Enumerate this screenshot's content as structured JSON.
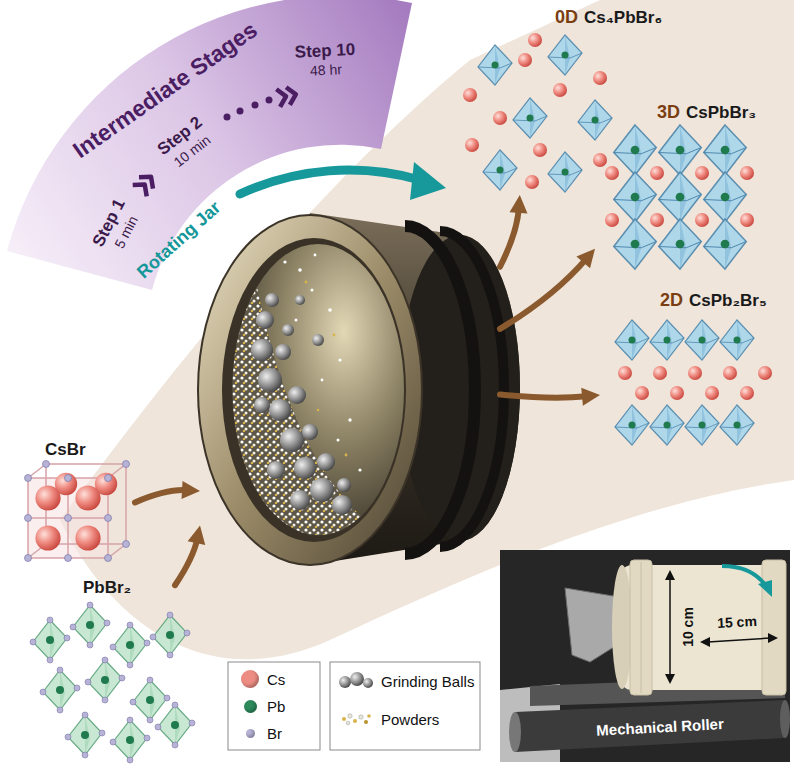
{
  "diagram": {
    "nodes": [
      {
        "text": [
          "Intermediate Stages"
        ]
      },
      {
        "text": [
          "0D",
          "Cs₄PbBr₆"
        ]
      },
      {
        "text": [
          "3D",
          "CsPbBr₃"
        ]
      },
      {
        "text": [
          "Rotating Jar"
        ]
      },
      {
        "text": [
          "2D",
          "CsPb₂Br₅"
        ]
      },
      {
        "text": [
          "CsBr"
        ]
      },
      {
        "text": [
          "PbBr₂"
        ]
      }
    ],
    "edges": [
      {
        "from": 5,
        "to": 3,
        "arrow": "to"
      },
      {
        "from": 6,
        "to": 3,
        "arrow": "to"
      },
      {
        "from": 3,
        "to": 1,
        "arrow": "to"
      },
      {
        "from": 3,
        "to": 2,
        "arrow": "to"
      },
      {
        "from": 3,
        "to": 4,
        "arrow": "to"
      }
    ],
    "labels": [
      "Step 1",
      "5 min",
      "Step 2",
      "10 min",
      "Step 10",
      "48 hr",
      "10 cm",
      "15 cm",
      "Mechanical Roller"
    ],
    "legend": [
      {
        "text": "Cs",
        "color": "#ec8c82"
      },
      {
        "text": "Pb",
        "color": "#2c8a5c"
      },
      {
        "text": "Br",
        "color": "#b7b3d6"
      },
      {
        "text": "Grinding Balls"
      },
      {
        "text": "Powders"
      }
    ]
  }
}
